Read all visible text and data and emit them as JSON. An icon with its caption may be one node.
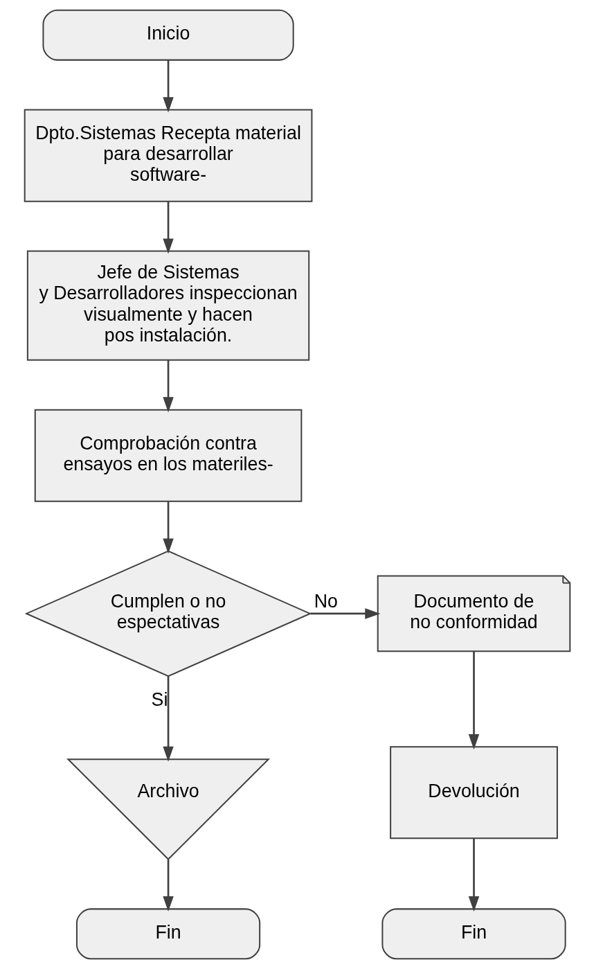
{
  "diagram": {
    "nodes": [
      {
        "text": [
          "Inicio"
        ]
      },
      {
        "text": [
          "Dpto.Sistemas Recepta material para desarrollar software-"
        ]
      },
      {
        "text": [
          "Jefe de Sistemas y Desarrolladores inspeccionan visualmente y hacen pos instalación."
        ]
      },
      {
        "text": [
          "Comprobación contra ensayos en los materiles-"
        ]
      },
      {
        "text": [
          "Cumplen o no espectativas"
        ]
      },
      {
        "text": [
          "Documento de no conformidad"
        ]
      },
      {
        "text": [
          "Archivo"
        ]
      },
      {
        "text": [
          "Devolución"
        ]
      },
      {
        "text": [
          "Fin"
        ]
      },
      {
        "text": [
          "Fin"
        ]
      }
    ],
    "edges": [
      {
        "from": 0,
        "to": 1,
        "arrow": "to"
      },
      {
        "from": 1,
        "to": 2,
        "arrow": "to"
      },
      {
        "from": 2,
        "to": 3,
        "arrow": "to"
      },
      {
        "from": 3,
        "to": 4,
        "arrow": "to"
      },
      {
        "from": 4,
        "to": 6,
        "arrow": "to",
        "label": "Si"
      },
      {
        "from": 4,
        "to": 5,
        "arrow": "to",
        "label": "No"
      },
      {
        "from": 5,
        "to": 7,
        "arrow": "to"
      },
      {
        "from": 6,
        "to": 8,
        "arrow": "to"
      },
      {
        "from": 7,
        "to": 9,
        "arrow": "to"
      }
    ]
  }
}
